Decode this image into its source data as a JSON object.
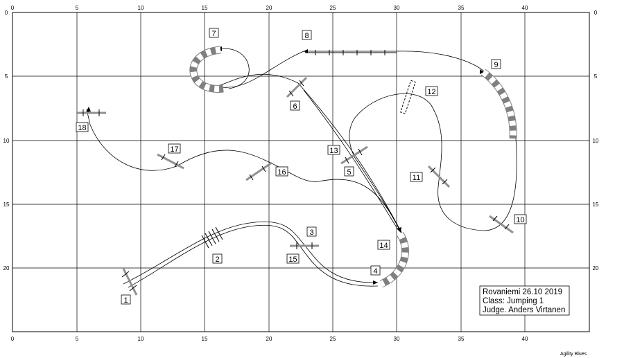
{
  "axes": {
    "x_ticks": [
      "0",
      "5",
      "10",
      "15",
      "20",
      "25",
      "30",
      "35",
      "40"
    ],
    "y_ticks": [
      "0",
      "5",
      "10",
      "15",
      "20"
    ]
  },
  "obstacle_numbers": [
    "1",
    "2",
    "3",
    "4",
    "5",
    "6",
    "7",
    "8",
    "9",
    "10",
    "11",
    "12",
    "13",
    "14",
    "15",
    "16",
    "17",
    "18"
  ],
  "info": {
    "line1": "Rovaniemi 26.10 2019",
    "line2": "Class: Jumping 1",
    "line3": "Judge. Anders Virtanen"
  },
  "credit": "Agility Blues",
  "colors": {
    "line": "#000000",
    "tunnel_dark": "#808080",
    "tunnel_light": "#ffffff",
    "bar": "#a0a0a0"
  }
}
